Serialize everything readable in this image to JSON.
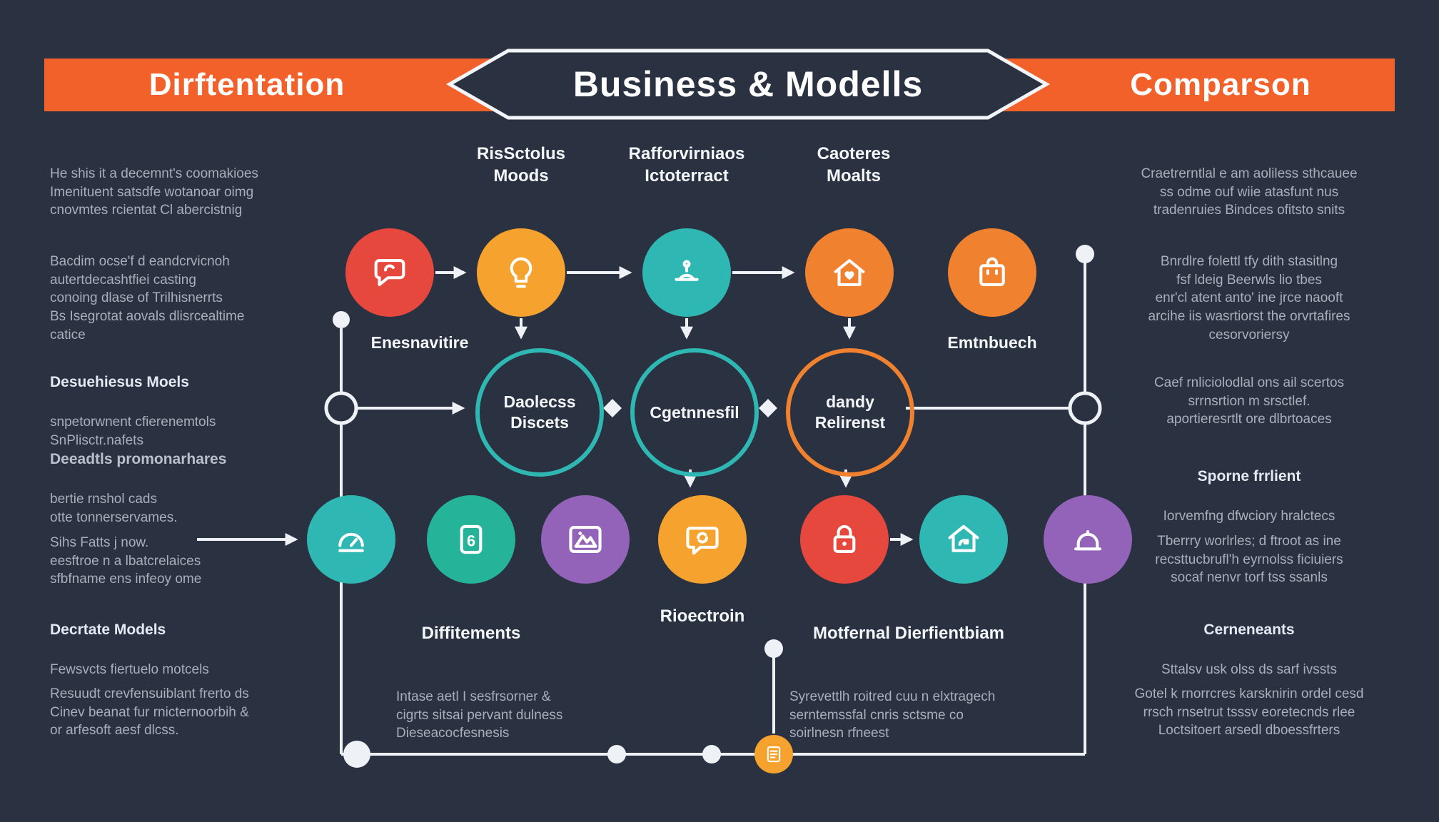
{
  "banners": {
    "left": "Dirftentation",
    "center": "Business & Modells",
    "right": "Comparson"
  },
  "colors": {
    "background": "#2a3140",
    "banner_orange": "#f2612a",
    "accent_red": "#e6483d",
    "accent_amber": "#f5a32e",
    "accent_orange": "#f0812f",
    "accent_teal": "#2fb7b3",
    "accent_green": "#25b49a",
    "accent_purple": "#9263b8",
    "line": "#eef1f5"
  },
  "flow": {
    "top_labels": [
      {
        "text": "RisSctolus\nMoods"
      },
      {
        "text": "Rafforvirniaos\nIctoterract"
      },
      {
        "text": "Caoteres\nMoalts"
      }
    ],
    "mid_labels": [
      {
        "text": "Enesnavitire"
      },
      {
        "text": "Emtnbuech"
      }
    ],
    "rings": [
      {
        "text": "Daolecss\nDiscets"
      },
      {
        "text": "Cgetnnesfil"
      },
      {
        "text": "dandy\nRelirenst"
      }
    ],
    "bottom_labels": [
      {
        "text": "Diffitements"
      },
      {
        "text": "Rioectroin"
      },
      {
        "text": "Motfernal Dierfientbiam"
      }
    ],
    "six_label": "6",
    "icon_names": {
      "top": [
        "chat-icon",
        "bulb-icon",
        "scale-icon",
        "home-heart-icon",
        "bag-icon"
      ],
      "bottom": [
        "gauge-icon",
        "six-badge-icon",
        "mountains-icon",
        "chat-refresh-icon",
        "lock-icon",
        "home-refresh-icon",
        "dome-icon"
      ],
      "footer": "list-icon"
    }
  },
  "left_column": [
    {
      "body": "He shis it a decemnt's coomakioes\nImenituent satsdfe wotanoar oimg\ncnovmtes rcientat Cl abercistnig"
    },
    {
      "body": "Bacdim ocse'f d eandcrvicnoh\nautertdecashtfiei casting\nconoing dlase of Trilhisnerrts\nBs Isegrotat aovals dlisrcealtime\ncatice"
    },
    {
      "title": "Desuehiesus Moels",
      "body": "snpetorwnent cfierenemtols\nSnPlisctr.nafets"
    },
    {
      "title": "Deeadtls promonarhares",
      "body": "bertie rnshol cads\notte tonnerservames."
    },
    {
      "body": "Sihs Fatts j now.\neesftroe n a lbatcrelaices\nsfbfname ens infeoy ome"
    },
    {
      "title": "Decrtate Models",
      "body": "Fewsvcts fiertuelo motcels"
    },
    {
      "body": "Resuudt crevfensuiblant frerto ds\nCinev beanat fur rnicternoorbih &\nor arfesoft aesf dlcss."
    }
  ],
  "right_column": [
    {
      "body": "Craetrerntlal e am aoliless sthcauee\nss odme ouf wiie atasfunt nus\ntradenruies Bindces ofitsto snits"
    },
    {
      "body": "Bnrdlre folettl tfy dith stasitlng\nfsf ldeig Beerwls lio tbes\nenr'cl atent anto' ine jrce naooft\narcihe iis wasrtiorst the orvrtafires\ncesorvoriersy"
    },
    {
      "body": "Caef rnliciolodlal ons ail scertos\nsrrnsrtion m srsctlef.\naportieresrtlt ore dlbrtoaces"
    },
    {
      "title": "Sporne frrlient",
      "body": "Iorvemfng dfwciory hralctecs"
    },
    {
      "body": "Tberrry worlrles; d ftroot as ine\nrecsttucbrufl'h eyrnolss ficiuiers\nsocaf nenvr torf tss ssanls"
    },
    {
      "title": "Cerneneants",
      "body": "Sttalsv usk olss ds sarf ivssts"
    },
    {
      "body": "Gotel k rnorrcres karsknirin ordel cesd\nrrsch rnsetrut tsssv eoretecnds rlee\nLoctsitoert arsedl dboessfrters"
    }
  ],
  "bottom_notes": [
    {
      "body": "Intase aetl I sesfrsorner &\ncigrts sitsai pervant dulness\nDieseacocfesnesis"
    },
    {
      "body": "Syrevettlh roitred cuu n elxtragech\nserntemssfal cnris sctsme co\nsoirlnesn rfneest"
    }
  ]
}
